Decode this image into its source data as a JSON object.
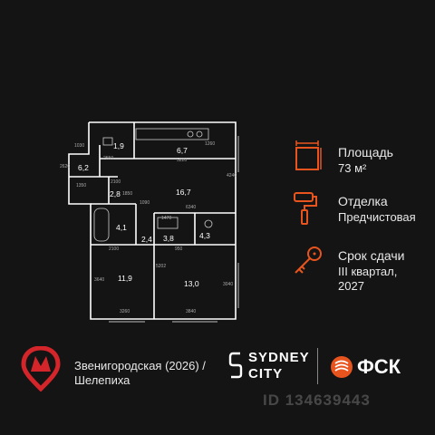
{
  "floorplan": {
    "rooms": [
      "1,9",
      "6,7",
      "6,2",
      "2,8",
      "16,7",
      "4,1",
      "2,4",
      "3,8",
      "4,3",
      "11,9",
      "13,0"
    ],
    "dimensions": [
      "1030",
      "2550",
      "5220",
      "1260",
      "2620",
      "1350",
      "2100",
      "1850",
      "4240",
      "6340",
      "1470",
      "2100",
      "950",
      "3640",
      "5202",
      "3040",
      "3260",
      "3840",
      "1090"
    ]
  },
  "info": {
    "area_label": "Площадь",
    "area_value": "73 м²",
    "finish_label": "Отделка",
    "finish_value": "Предчистовая",
    "delivery_label": "Срок сдачи",
    "delivery_value_1": "III квартал,",
    "delivery_value_2": "2027"
  },
  "metro": {
    "line1": "Звенигородская (2026) /",
    "line2": "Шелепиха"
  },
  "brand": {
    "sydney_1": "SYDNEY",
    "sydney_2": "CITY",
    "fsk": "ФСК"
  },
  "watermark": {
    "id": "ID 134639443"
  },
  "colors": {
    "background": "#141414",
    "accent": "#e8541e",
    "metro_red": "#d4262a"
  }
}
